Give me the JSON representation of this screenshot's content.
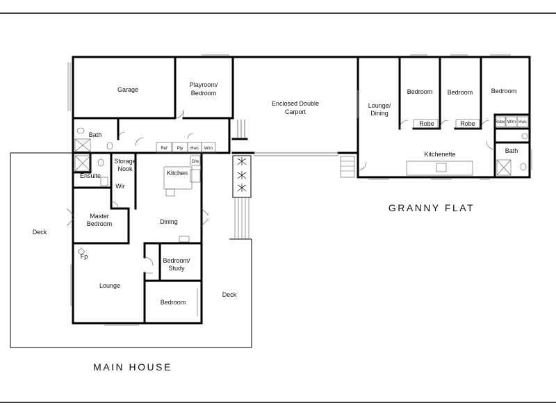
{
  "captions": {
    "main_house": "MAIN HOUSE",
    "granny_flat": "GRANNY FLAT"
  },
  "rooms": {
    "garage": "Garage",
    "playroom_1": "Playroom/",
    "playroom_2": "Bedroom",
    "carport_1": "Enclosed Double",
    "carport_2": "Carport",
    "bath": "Bath",
    "ensuite": "Ensuite",
    "storage_1": "Storage",
    "storage_2": "Nook",
    "wir": "Wir",
    "ref": "Ref",
    "pty": "Pty",
    "hwc": "Hwc",
    "wm": "W/m",
    "dw": "D/w",
    "kitchen": "Kitchen",
    "master_1": "Master",
    "master_2": "Bedroom",
    "dining": "Dining",
    "deck_left": "Deck",
    "deck_right": "Deck",
    "fp": "Fp",
    "lounge": "Lounge",
    "study_1": "Bedroom/",
    "study_2": "Study",
    "bedroom_main": "Bedroom",
    "flat_lounge_1": "Lounge/",
    "flat_lounge_2": "Dining",
    "flat_bed_1": "Bedroom",
    "flat_bed_2": "Bedroom",
    "flat_bed_3": "Bedroom",
    "robe_1": "Robe",
    "robe_2": "Robe",
    "flat_robe_small": "Robe",
    "flat_wm": "W/m",
    "flat_hwc": "Hwc",
    "kitchenette": "Kitchenette",
    "flat_bath": "Bath"
  }
}
